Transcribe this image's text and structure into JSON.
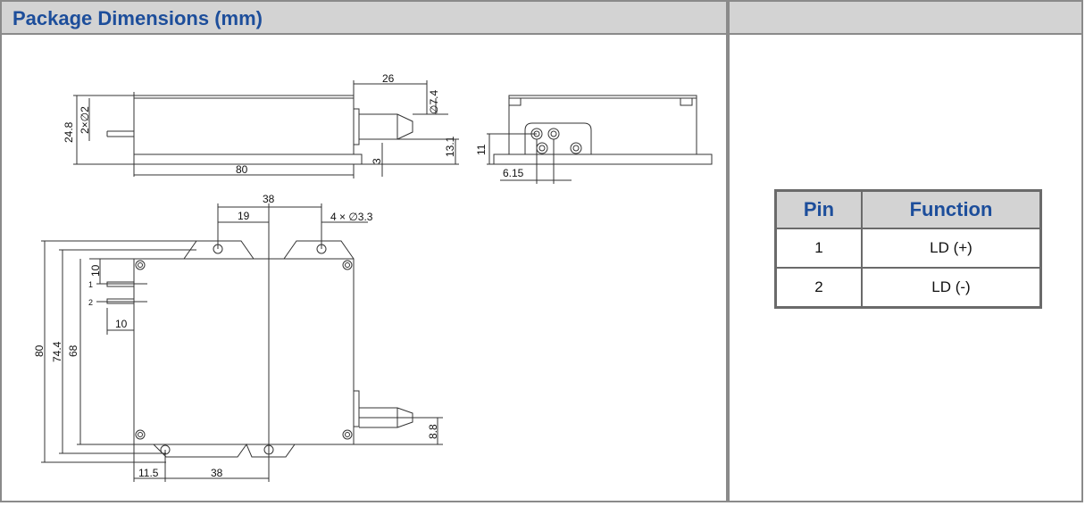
{
  "header": {
    "title": "Package Dimensions (mm)"
  },
  "pin_table": {
    "headers": [
      "Pin",
      "Function"
    ],
    "rows": [
      {
        "pin": "1",
        "function": "LD (+)"
      },
      {
        "pin": "2",
        "function": "LD (-)"
      }
    ]
  },
  "drawing": {
    "side_view": {
      "d26": "26",
      "d7_4": "∅7.4",
      "d2x2": "2×∅2",
      "d24_8": "24.8",
      "d13_1": "13.1",
      "d3": "3",
      "d80": "80"
    },
    "end_view": {
      "d11": "11",
      "d6_15": "6.15"
    },
    "top_view": {
      "d38_top": "38",
      "d19": "19",
      "holes": "4 × ∅3.3",
      "d10_v": "10",
      "d10_h": "10",
      "pin1": "1",
      "pin2": "2",
      "d80": "80",
      "d74_4": "74.4",
      "d68": "68",
      "d8_8": "8.8",
      "d11_5": "11.5",
      "d38_bot": "38"
    }
  }
}
